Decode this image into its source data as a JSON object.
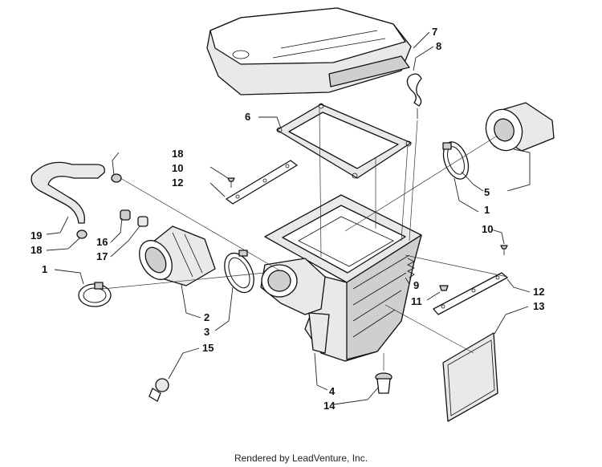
{
  "callouts": {
    "c1a": "1",
    "c1b": "1",
    "c2": "2",
    "c3": "3",
    "c4": "4",
    "c5": "5",
    "c6": "6",
    "c7": "7",
    "c8": "8",
    "c9": "9",
    "c10a": "10",
    "c10b": "10",
    "c11": "11",
    "c12a": "12",
    "c12b": "12",
    "c13": "13",
    "c14": "14",
    "c15": "15",
    "c16": "16",
    "c17": "17",
    "c18a": "18",
    "c18b": "18",
    "c19": "19"
  },
  "footer": {
    "text": "Rendered by LeadVenture, Inc."
  }
}
